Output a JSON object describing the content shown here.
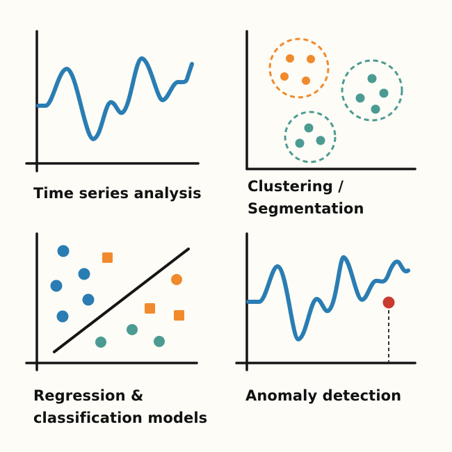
{
  "colors": {
    "background": "#fdfcf6",
    "axis": "#151515",
    "blue": "#2a7db3",
    "orange": "#f08a2c",
    "teal": "#4b9b92",
    "red": "#c93a2f",
    "ink": "#111111"
  },
  "panels": [
    {
      "id": "time-series",
      "caption": "Time series analysis"
    },
    {
      "id": "clustering",
      "caption_line1": "Clustering /",
      "caption_line2": "Segmentation"
    },
    {
      "id": "regression",
      "caption_line1": "Regression &",
      "caption_line2": "classification models"
    },
    {
      "id": "anomaly",
      "caption": "Anomaly detection"
    }
  ]
}
